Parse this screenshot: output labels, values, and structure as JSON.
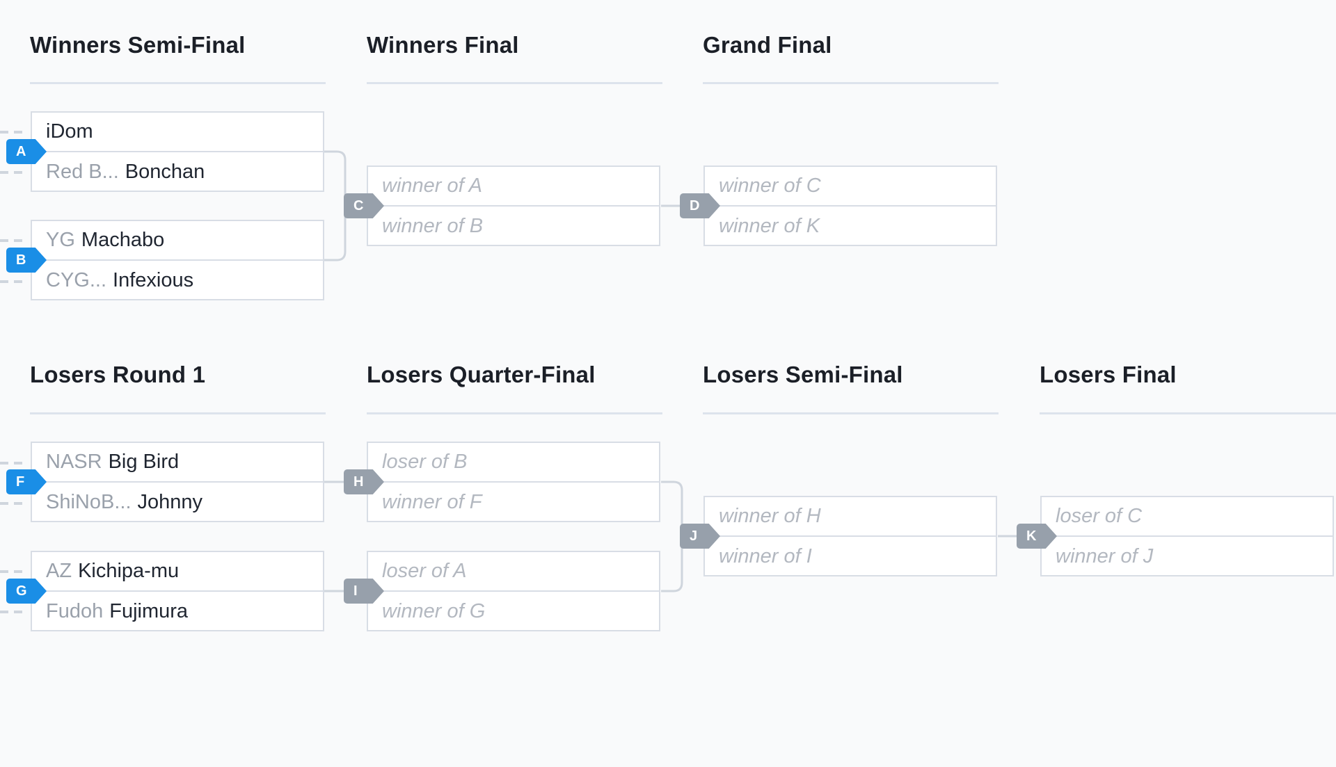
{
  "rounds": {
    "winners_semi": "Winners Semi-Final",
    "winners_final": "Winners Final",
    "grand_final": "Grand Final",
    "losers_r1": "Losers Round 1",
    "losers_qf": "Losers Quarter-Final",
    "losers_sf": "Losers Semi-Final",
    "losers_final": "Losers Final"
  },
  "matches": {
    "A": {
      "badge": "A",
      "p1_tag": "",
      "p1_name": "iDom",
      "p2_tag": "Red B...",
      "p2_name": "Bonchan"
    },
    "B": {
      "badge": "B",
      "p1_tag": "YG",
      "p1_name": "Machabo",
      "p2_tag": "CYG...",
      "p2_name": "Infexious"
    },
    "C": {
      "badge": "C",
      "p1": "winner of A",
      "p2": "winner of B"
    },
    "D": {
      "badge": "D",
      "p1": "winner of C",
      "p2": "winner of K"
    },
    "F": {
      "badge": "F",
      "p1_tag": "NASR",
      "p1_name": "Big Bird",
      "p2_tag": "ShiNoB...",
      "p2_name": "Johnny"
    },
    "G": {
      "badge": "G",
      "p1_tag": "AZ",
      "p1_name": "Kichipa-mu",
      "p2_tag": "Fudoh",
      "p2_name": "Fujimura"
    },
    "H": {
      "badge": "H",
      "p1": "loser of B",
      "p2": "winner of F"
    },
    "I": {
      "badge": "I",
      "p1": "loser of A",
      "p2": "winner of G"
    },
    "J": {
      "badge": "J",
      "p1": "winner of H",
      "p2": "winner of I"
    },
    "K": {
      "badge": "K",
      "p1": "loser of C",
      "p2": "winner of J"
    }
  },
  "colors": {
    "badge_active": "#1a8ee6",
    "badge_pending": "#97a0ab",
    "background": "#f9fafb"
  }
}
